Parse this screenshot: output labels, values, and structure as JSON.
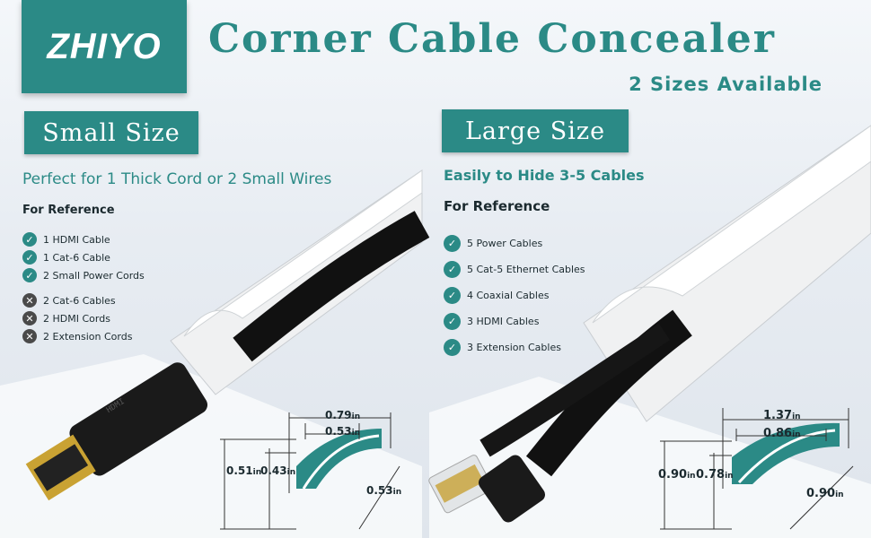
{
  "brand": {
    "logo_text": "ZHIYO"
  },
  "header": {
    "title": "Corner Cable Concealer",
    "subtitle": "2 Sizes Available"
  },
  "colors": {
    "accent": "#2b8a86",
    "dark": "#1b2a2f",
    "cross": "#4a4a4a"
  },
  "small": {
    "badge": "Small Size",
    "tagline": "Perfect for 1 Thick Cord or 2 Small Wires",
    "ref_heading": "For Reference",
    "fits": [
      "1 HDMI Cable",
      "1 Cat-6 Cable",
      "2 Small Power Cords"
    ],
    "not_fits": [
      "2 Cat-6 Cables",
      "2 HDMI Cords",
      "2 Extension Cords"
    ],
    "dims": {
      "outer_width": "0.79",
      "inner_width": "0.53",
      "outer_height": "0.51",
      "inner_height": "0.43",
      "side": "0.53",
      "unit": "in"
    }
  },
  "large": {
    "badge": "Large Size",
    "tagline": "Easily to Hide 3-5 Cables",
    "ref_heading": "For Reference",
    "fits": [
      "5 Power Cables",
      "5 Cat-5 Ethernet Cables",
      "4 Coaxial Cables",
      "3 HDMI Cables",
      "3 Extension Cables"
    ],
    "dims": {
      "outer_width": "1.37",
      "inner_width": "0.86",
      "outer_height": "0.90",
      "inner_height": "0.78",
      "side": "0.90",
      "unit": "in"
    }
  },
  "icons": {
    "check": "check-circle-icon",
    "cross": "x-circle-icon"
  },
  "illustration": {
    "hdmi_connector_text": "HDMI"
  }
}
